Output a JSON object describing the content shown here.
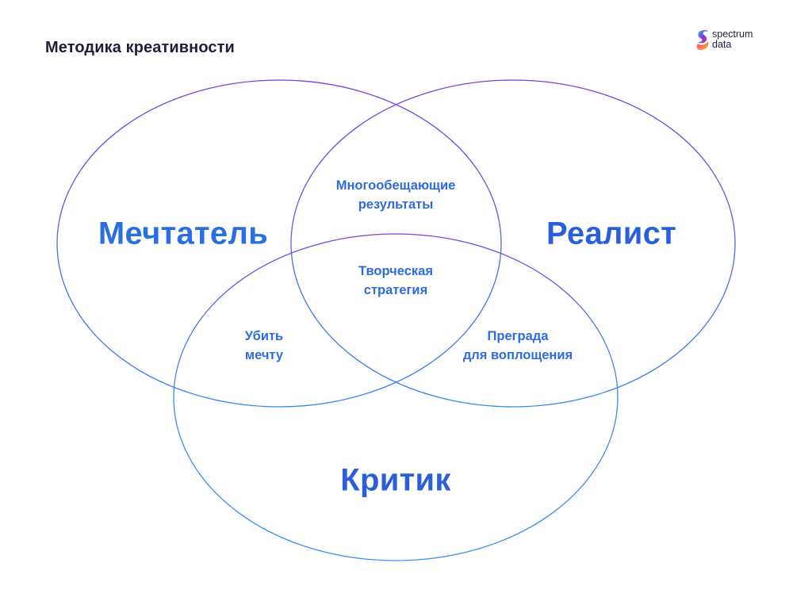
{
  "title": "Методика креативности",
  "logo": {
    "line1": "spectrum",
    "line2": "data"
  },
  "colors": {
    "purple_stroke": "#7b3fe4",
    "blue_stroke": "#3a86f0",
    "dreamer_text": "#2a6fe0",
    "realist_text": "#2a5fdb",
    "critic_text": "#2a5fdb",
    "small_text": "#2e6ae0",
    "title_text": "#1f1f3d"
  },
  "diagram": {
    "circles": [
      {
        "name": "Мечтатель"
      },
      {
        "name": "Реалист"
      },
      {
        "name": "Критик"
      }
    ],
    "intersections": {
      "dreamer_realist": [
        "Многообещающие",
        "результаты"
      ],
      "all_three": [
        "Творческая",
        "стратегия"
      ],
      "dreamer_critic": [
        "Убить",
        "мечту"
      ],
      "realist_critic": [
        "Преграда",
        "для воплощения"
      ]
    }
  }
}
